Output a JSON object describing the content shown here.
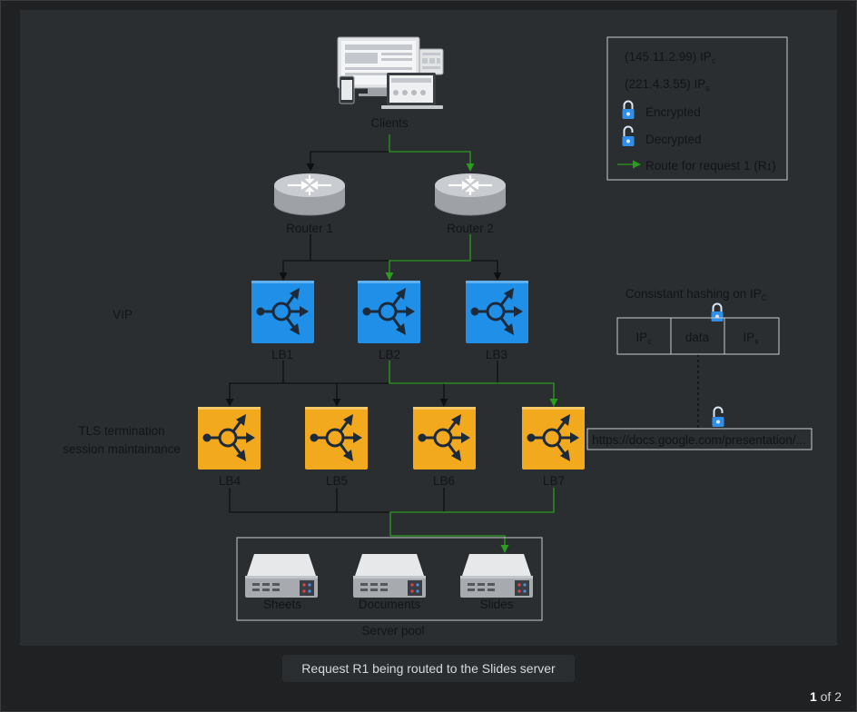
{
  "diagram": {
    "clients_label": "Clients",
    "routers": [
      "Router 1",
      "Router 2"
    ],
    "vip_label": "VIP",
    "l1_lbs": [
      "LB1",
      "LB2",
      "LB3"
    ],
    "tls_label_1": "TLS termination",
    "tls_label_2": "session maintainance",
    "l2_lbs": [
      "LB4",
      "LB5",
      "LB6",
      "LB7"
    ],
    "servers": [
      "Sheets",
      "Documents",
      "Slides"
    ],
    "server_pool_label": "Server pool",
    "hashing_label": "Consistant hashing on IP",
    "hashing_sub": "C",
    "packet": {
      "left": "IP",
      "left_sub": "c",
      "middle": "data",
      "right": "IP",
      "right_sub": "s"
    },
    "url": "https://docs.google.com/presentation/...",
    "legend": {
      "ip_client": "(145.11.2.99) IP",
      "ip_client_sub": "c",
      "ip_server": "(221.4.3.55) IP",
      "ip_server_sub": "s",
      "encrypted": "Encrypted",
      "decrypted": "Decrypted",
      "route": "Route for request 1 (R",
      "route_sub": "1",
      "route_end": ")"
    }
  },
  "caption": "Request R1 being routed to the Slides server",
  "pager": {
    "current": "1",
    "of": "of 2"
  },
  "colors": {
    "background": "#2b2e31",
    "black_line": "#0d0f11",
    "green_route": "#2a9d1f",
    "lb_blue": "#1f8fe8",
    "lb_orange": "#f2a91d",
    "lock_blue": "#2f8fe6"
  }
}
